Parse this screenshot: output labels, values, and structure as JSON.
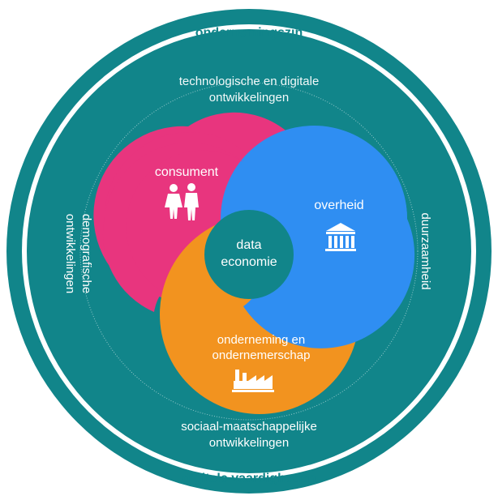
{
  "outer_ring": {
    "top": "ondernemingszin",
    "bottom": "digitale vaardigheden"
  },
  "inner_ring": {
    "top_line1": "technologische en digitale",
    "top_line2": "ontwikkelingen",
    "left_line1": "demografische",
    "left_line2": "ontwikkelingen",
    "right": "duurzaamheid",
    "bottom_line1": "sociaal-maatschappelijke",
    "bottom_line2": "ontwikkelingen"
  },
  "lobes": {
    "consumer": {
      "label": "consument",
      "icon": "people-icon",
      "color": "#e8357e"
    },
    "government": {
      "label": "overheid",
      "icon": "government-building-icon",
      "color": "#2f8ef2"
    },
    "business_line1": "onderneming en",
    "business_line2": "ondernemerschap",
    "business_icon": "factory-icon",
    "business_color": "#f2931f"
  },
  "center": {
    "line1": "data",
    "line2": "economie"
  },
  "colors": {
    "teal": "#11858a",
    "white": "#ffffff"
  }
}
